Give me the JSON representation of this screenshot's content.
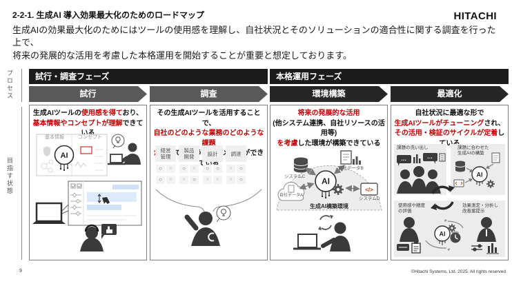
{
  "header": {
    "title": "2-2-1. 生成AI 導入効果最大化のためのロードマップ",
    "logo": "HITACHI",
    "lead_line1": "生成AIの効果最大化のためにはツールの使用感を理解し、自社状況とそのソリューションの適合性に関する調査を行った上で、",
    "lead_line2": "将来の発展的な活用を考慮した本格運用を開始することが重要と想定しております。"
  },
  "sidebar": {
    "process": "プロセス",
    "goal": "目指す状態"
  },
  "phases": [
    {
      "label": "試行・調査フェーズ"
    },
    {
      "label": "本格運用フェーズ"
    }
  ],
  "steps": [
    {
      "label": "試行"
    },
    {
      "label": "調査"
    },
    {
      "label": "環境構築"
    },
    {
      "label": "最適化"
    }
  ],
  "colors": {
    "accent_red": "#c00000",
    "phase_bar": "#1b1b1b",
    "step_gray": "#595959",
    "step_dark": "#262626"
  },
  "boxes": [
    {
      "heading": [
        [
          {
            "t": "生成AIツールの"
          },
          {
            "t": "使用感を得て"
          },
          {
            "t": "おり、"
          }
        ],
        [
          {
            "t": "基本情報やコンセプトが理解"
          },
          {
            "t": "できている"
          }
        ]
      ],
      "ill": {
        "card_left": "基本情報",
        "card_right": "コンセプト",
        "ai": "AI"
      }
    },
    {
      "heading": [
        [
          {
            "t": "その生成AIツールを活用することで、"
          }
        ],
        [
          {
            "t": "自社のどのような業務のどのような課題"
          }
        ],
        [
          {
            "t": "が解決"
          },
          {
            "t": "できそうか、イメージができている"
          }
        ]
      ],
      "grid": {
        "headers": [
          "経営\n管理",
          "製品\n開発",
          "設計",
          "調達"
        ],
        "more": "…",
        "rows": [
          [
            "○",
            "×",
            "○",
            "×",
            "○",
            "○",
            "×",
            "○"
          ],
          [
            "○",
            "×",
            "×",
            "○",
            "×",
            "×",
            "×",
            "○"
          ]
        ]
      }
    },
    {
      "heading": [
        [
          {
            "t": "将来の発展的な活用"
          }
        ],
        [
          {
            "t": "(他システム連携、自社リソースの活用等)"
          }
        ],
        [
          {
            "t": "を考慮"
          },
          {
            "t": "した環境が構築できている"
          }
        ]
      ],
      "ill": {
        "system_c": "システムC",
        "data_b": "自社データB",
        "data_a": "自社データA",
        "system_d": "システムD",
        "code": "</>",
        "ai": "AI",
        "env": "生成AI構築環境"
      }
    },
    {
      "heading": [
        [
          {
            "t": "自社状況に最適な形で"
          }
        ],
        [
          {
            "t": "生成AIツールがチューニング"
          },
          {
            "t": "され、"
          }
        ],
        [
          {
            "t": "その活用・検証のサイクルが定着"
          },
          {
            "t": "している"
          }
        ]
      ],
      "ill": {
        "q1": "課題の洗い出し",
        "q2": "課題に合わせた\n生成AIの構築",
        "q3": "使用感や精度\nの評価",
        "q4": "効果測定・分析し\n改善案提示",
        "ai": "AI",
        "dots1": "…",
        "dots2": "…"
      }
    }
  ],
  "footer": {
    "page": "9",
    "copyright": "©Hitachi Systems, Ltd. 2025. All rights reserved"
  }
}
